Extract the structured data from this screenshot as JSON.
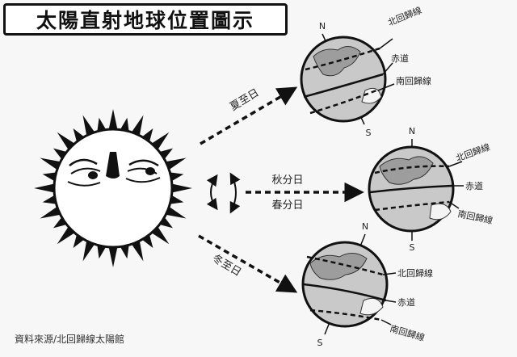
{
  "title": "太陽直射地球位置圖示",
  "source_credit": "資料來源/北回歸線太陽館",
  "arrows": {
    "summer_solstice": "夏至日",
    "autumn_equinox": "秋分日",
    "spring_equinox": "春分日",
    "winter_solstice": "冬至日"
  },
  "globes": {
    "top": {
      "north": "N",
      "south": "S",
      "lines": [
        "北回歸線",
        "赤道",
        "南回歸線"
      ]
    },
    "middle": {
      "north": "N",
      "south": "S",
      "lines": [
        "北回歸線",
        "赤道",
        "南回歸線"
      ]
    },
    "bottom": {
      "north": "N",
      "south": "S",
      "lines": [
        "北回歸線",
        "赤道",
        "南回歸線"
      ]
    }
  },
  "colors": {
    "ink": "#111111",
    "globe_fill": "#c9c9c9",
    "sun_fill": "#ffffff"
  }
}
